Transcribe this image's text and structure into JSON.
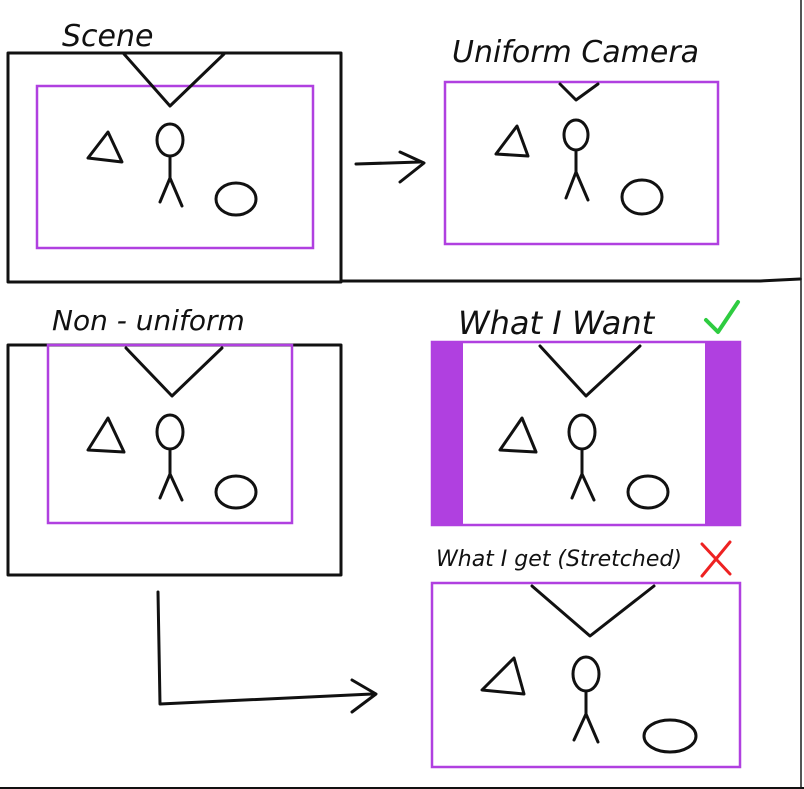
{
  "labels": {
    "scene": "Scene",
    "uniform_camera": "Uniform Camera",
    "non_uniform": "Non - uniform",
    "what_i_want": "What I Want",
    "what_i_get": "What I get (Stretched)"
  },
  "colors": {
    "ink": "#111111",
    "camera_frame": "#b040e0",
    "letterbox": "#b040e0",
    "check": "#2ecc40",
    "cross": "#ee2222"
  },
  "marks": {
    "check_icon": "check-mark-icon",
    "cross_icon": "cross-mark-icon"
  }
}
